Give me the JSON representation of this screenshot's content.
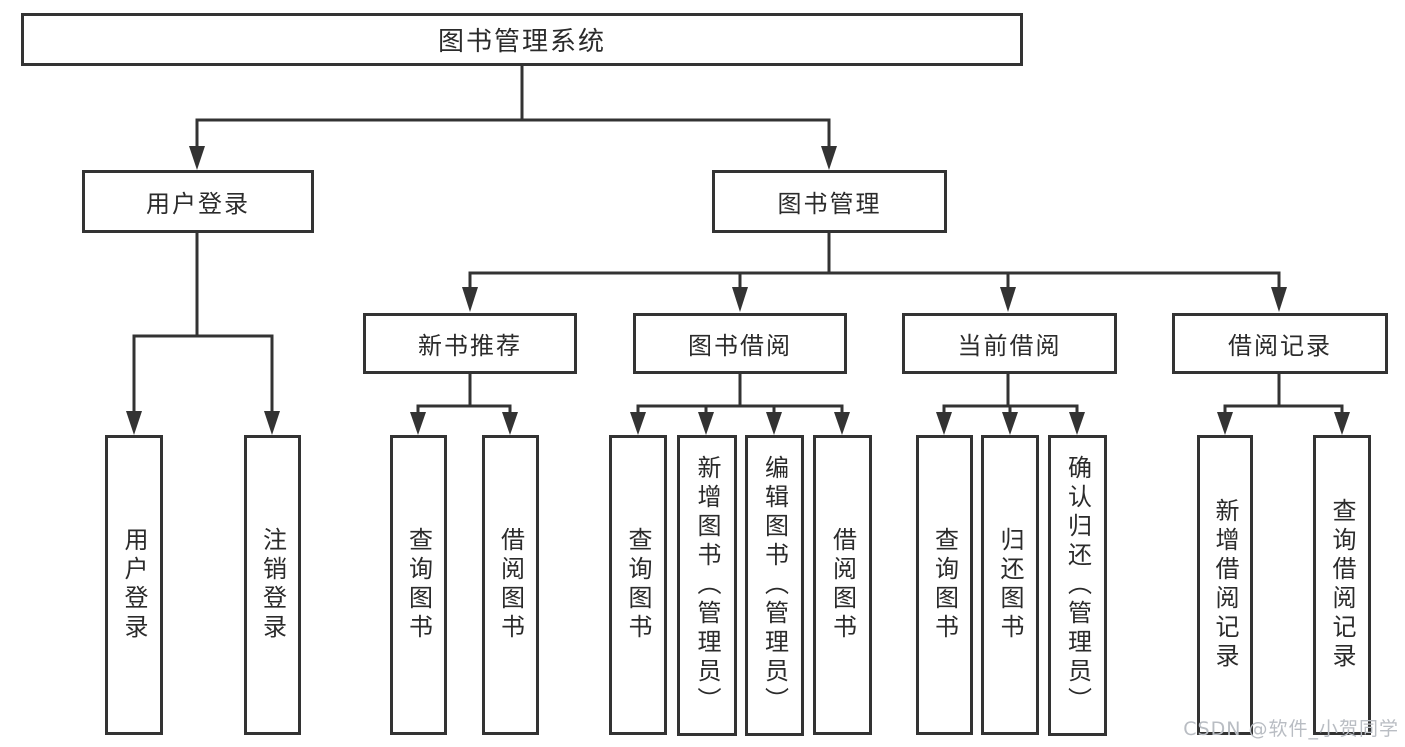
{
  "tree": {
    "root": {
      "label": "图书管理系统"
    },
    "user_login": {
      "label": "用户登录",
      "children": [
        {
          "label": "用户登录"
        },
        {
          "label": "注销登录"
        }
      ]
    },
    "book_management": {
      "label": "图书管理"
    },
    "new_book_recommend": {
      "label": "新书推荐",
      "children": [
        {
          "label": "查询图书"
        },
        {
          "label": "借阅图书"
        }
      ]
    },
    "book_borrowing": {
      "label": "图书借阅",
      "children": [
        {
          "label": "查询图书"
        },
        {
          "label": "新增图书（管理员）"
        },
        {
          "label": "编辑图书（管理员）"
        },
        {
          "label": "借阅图书"
        }
      ]
    },
    "current_borrowing": {
      "label": "当前借阅",
      "children": [
        {
          "label": "查询图书"
        },
        {
          "label": "归还图书"
        },
        {
          "label": "确认归还（管理员）"
        }
      ]
    },
    "borrowing_records": {
      "label": "借阅记录",
      "children": [
        {
          "label": "新增借阅记录"
        },
        {
          "label": "查询借阅记录"
        }
      ]
    }
  },
  "watermark": {
    "text": "CSDN @软件_小贺同学"
  },
  "colors": {
    "line": "#333333",
    "text": "#2b2b2b",
    "watermark": "#b9bdc3",
    "background": "#ffffff"
  }
}
